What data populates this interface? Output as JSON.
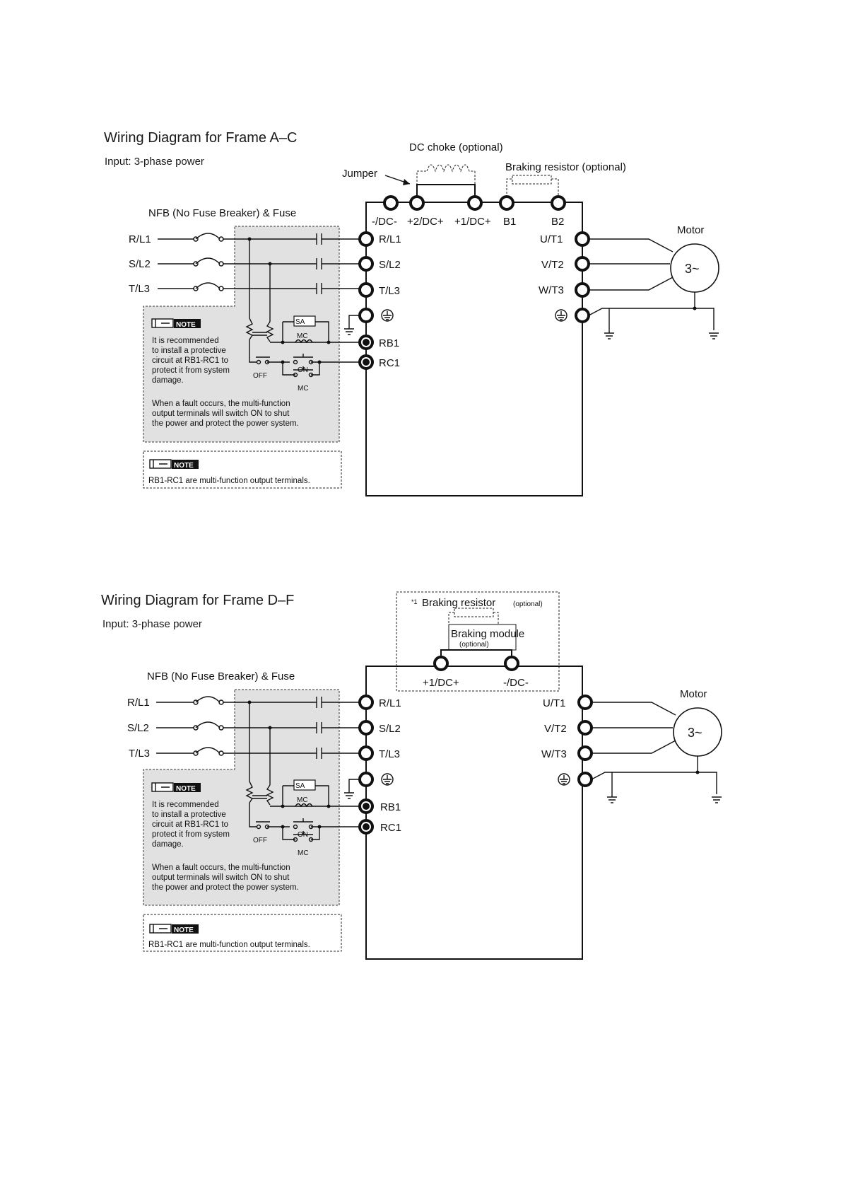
{
  "frame_ac": {
    "title": "Wiring Diagram for Frame A–C",
    "input": "Input: 3-phase power",
    "nfb_label": "NFB (No Fuse Breaker) & Fuse",
    "dc_choke": "DC choke (optional)",
    "braking_resistor": "Braking resistor (optional)",
    "jumper": "Jumper",
    "top_terminals": [
      "-/DC-",
      "+2/DC+",
      "+1/DC+",
      "B1",
      "B2"
    ],
    "input_lines": [
      "R/L1",
      "S/L2",
      "T/L3"
    ],
    "input_terminals": [
      "R/L1",
      "S/L2",
      "T/L3"
    ],
    "relay_terminals": [
      "RB1",
      "RC1"
    ],
    "output_terminals": [
      "U/T1",
      "V/T2",
      "W/T3"
    ],
    "motor": "Motor",
    "motor_symbol": "3~",
    "protection": {
      "sa": "SA",
      "mc": "MC",
      "off": "OFF",
      "on": "ON"
    },
    "note_badge": "NOTE",
    "note1_lines": [
      "It is recommended",
      "to install a protective",
      "circuit at RB1-RC1 to",
      "protect it from system",
      "damage."
    ],
    "note1b_lines": [
      "When a fault occurs, the multi-function",
      "output terminals will switch ON to shut",
      "the power and protect the power system."
    ],
    "note2": "RB1-RC1 are multi-function output terminals."
  },
  "frame_df": {
    "title": "Wiring Diagram for Frame D–F",
    "input": "Input: 3-phase power",
    "nfb_label": "NFB (No Fuse Breaker) & Fuse",
    "braking_resistor_mark": "*1",
    "braking_resistor": "Braking resistor",
    "optional": "(optional)",
    "braking_module": "Braking module",
    "top_terminals": [
      "+1/DC+",
      "-/DC-"
    ],
    "input_lines": [
      "R/L1",
      "S/L2",
      "T/L3"
    ],
    "input_terminals": [
      "R/L1",
      "S/L2",
      "T/L3"
    ],
    "relay_terminals": [
      "RB1",
      "RC1"
    ],
    "output_terminals": [
      "U/T1",
      "V/T2",
      "W/T3"
    ],
    "motor": "Motor",
    "motor_symbol": "3~",
    "protection": {
      "sa": "SA",
      "mc": "MC",
      "off": "OFF",
      "on": "ON"
    },
    "note_badge": "NOTE",
    "note1_lines": [
      "It is recommended",
      "to install a protective",
      "circuit at RB1-RC1 to",
      "protect it from system",
      "damage."
    ],
    "note1b_lines": [
      "When a fault occurs, the multi-function",
      "output terminals will switch ON to shut",
      "the power and protect the power system."
    ],
    "note2": "RB1-RC1 are multi-function output terminals."
  }
}
